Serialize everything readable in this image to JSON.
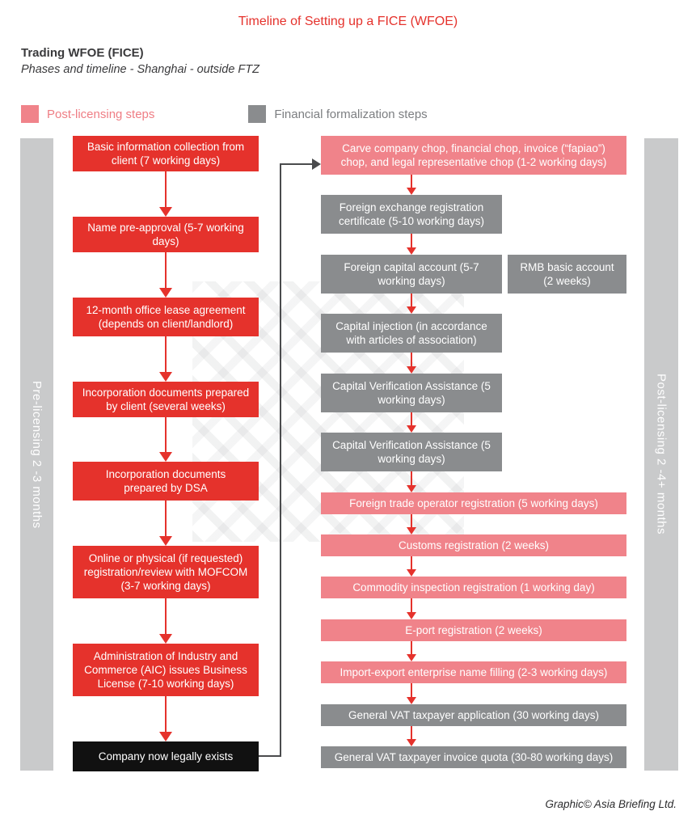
{
  "title": "Timeline of Setting up a FICE (WFOE)",
  "header": {
    "heading": "Trading WFOE (FICE)",
    "subheading": "Phases and timeline - Shanghai - outside FTZ"
  },
  "legend": {
    "post_licensing": "Post-licensing steps",
    "financial_formalization": "Financial formalization steps"
  },
  "sidebars": {
    "left": "Pre-licensing 2 -3 months",
    "right": "Post-licensing 2 -4+ months"
  },
  "flow": {
    "pre_licensing_steps": [
      {
        "label": "Basic information collection from client (7 working days)",
        "type": "red"
      },
      {
        "label": "Name pre-approval (5-7 working days)",
        "type": "red"
      },
      {
        "label": "12-month office lease agreement (depends on client/landlord)",
        "type": "red"
      },
      {
        "label": "Incorporation documents prepared by client (several weeks)",
        "type": "red"
      },
      {
        "label": "Incorporation documents prepared by DSA",
        "type": "red"
      },
      {
        "label": "Online or physical (if requested) registration/review with MOFCOM (3-7 working days)",
        "type": "red"
      },
      {
        "label": "Administration of Industry and Commerce (AIC) issues Business License (7-10 working days)",
        "type": "red"
      },
      {
        "label": "Company now legally exists",
        "type": "black"
      }
    ],
    "post_licensing_steps": [
      {
        "label": "Carve company chop, financial chop, invoice (“fapiao”) chop, and legal representative chop (1-2 working days)",
        "type": "pink",
        "width": "full"
      },
      {
        "label": "Foreign exchange registration certificate (5-10 working days)",
        "type": "gray",
        "width": "narrow"
      },
      {
        "label": "Foreign capital account (5-7 working days)",
        "type": "gray",
        "width": "narrow",
        "side_label": "RMB basic account (2 weeks)"
      },
      {
        "label": "Capital injection (in accordance with articles of association)",
        "type": "gray",
        "width": "narrow"
      },
      {
        "label": "Capital Verification Assistance (5 working days)",
        "type": "gray",
        "width": "narrow"
      },
      {
        "label": "Capital Verification Assistance (5 working days)",
        "type": "gray",
        "width": "narrow"
      },
      {
        "label": "Foreign trade operator registration (5 working days)",
        "type": "pink",
        "width": "full"
      },
      {
        "label": "Customs registration (2 weeks)",
        "type": "pink",
        "width": "full"
      },
      {
        "label": "Commodity inspection registration  (1 working day)",
        "type": "pink",
        "width": "full"
      },
      {
        "label": "E-port registration (2 weeks)",
        "type": "pink",
        "width": "full"
      },
      {
        "label": "Import-export enterprise name filling (2-3 working days)",
        "type": "pink",
        "width": "full"
      },
      {
        "label": "General VAT taxpayer application (30 working days)",
        "type": "gray",
        "width": "full"
      },
      {
        "label": "General VAT taxpayer invoice quota (30-80 working days)",
        "type": "gray",
        "width": "full"
      }
    ]
  },
  "footer": "Graphic© Asia Briefing Ltd.",
  "colors": {
    "red": "#e5322c",
    "pink": "#f0838a",
    "gray": "#8a8c8e",
    "black": "#111111",
    "sidebar_gray": "#c9cacb",
    "connector": "#4a4b4d"
  }
}
